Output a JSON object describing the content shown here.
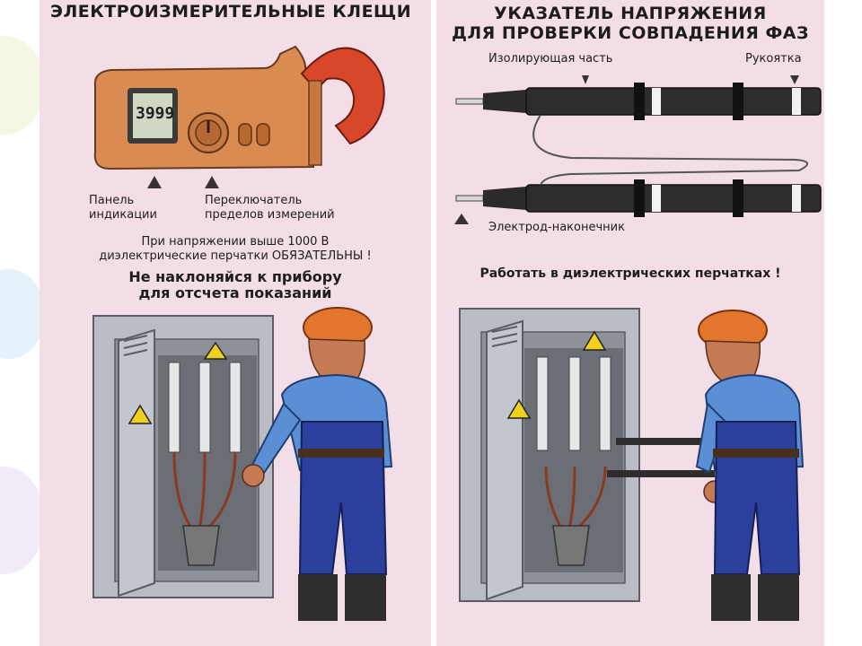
{
  "left": {
    "title": "ЭЛЕКТРОИЗМЕРИТЕЛЬНЫЕ КЛЕЩИ",
    "meter_display": "3999",
    "label_panel": [
      "Панель",
      "индикации"
    ],
    "label_switch": [
      "Переключатель",
      "пределов измерений"
    ],
    "note": [
      "При напряжении выше 1000 В",
      "диэлектрические перчатки ОБЯЗАТЕЛЬНЫ !"
    ],
    "warning": [
      "Не наклоняйся к прибору",
      "для отсчета показаний"
    ]
  },
  "right": {
    "title": [
      "УКАЗАТЕЛЬ НАПРЯЖЕНИЯ",
      "ДЛЯ ПРОВЕРКИ СОВПАДЕНИЯ ФАЗ"
    ],
    "label_insulating": "Изолирующая часть",
    "label_handle": "Рукоятка",
    "label_electrode": "Электрод-наконечник",
    "warning": "Работать в диэлектрических перчатках !"
  },
  "colors": {
    "panel_bg": "#f3dde6",
    "meter_body": "#d98b52",
    "helmet": "#e2762c",
    "shirt": "#5a8fd6",
    "overalls": "#2b3f9c",
    "cabinet": "#b9bcc2",
    "hazard": "#f0cf1e"
  }
}
